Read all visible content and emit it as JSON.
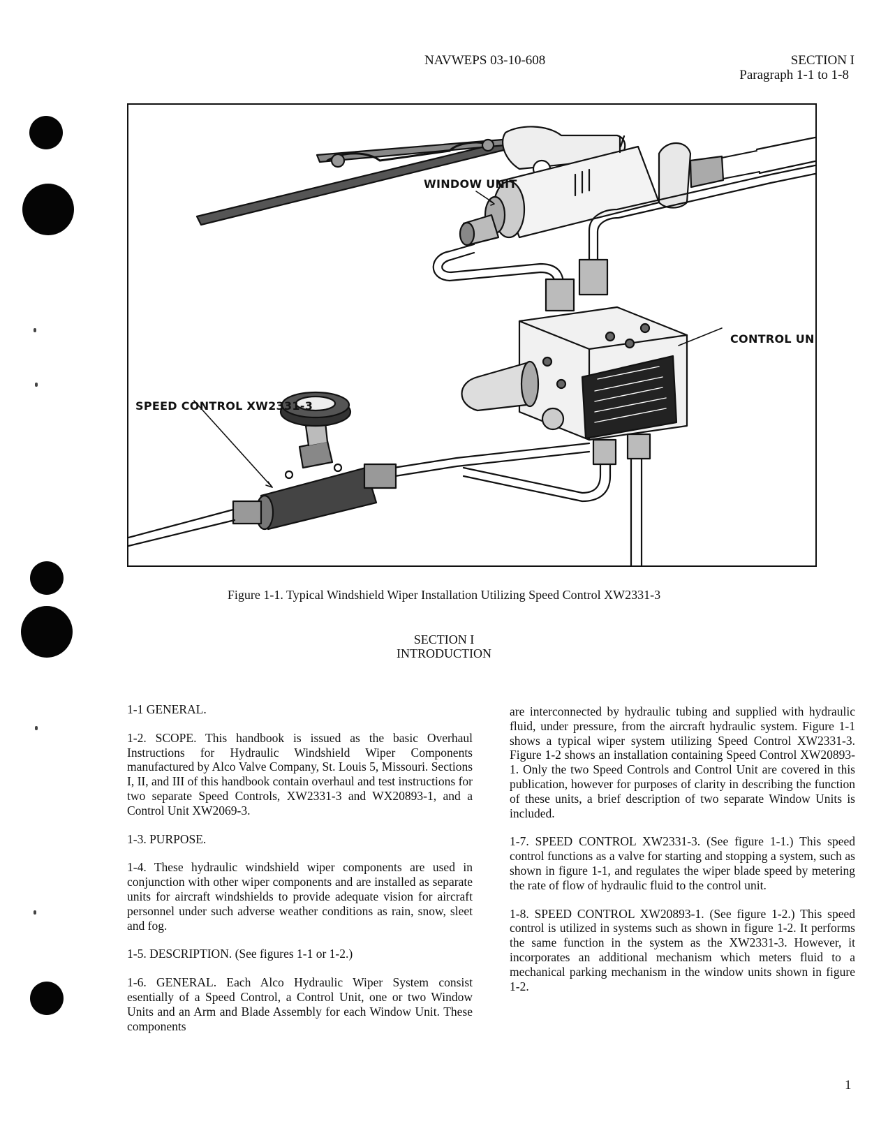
{
  "header": {
    "doc_number": "NAVWEPS 03-10-608",
    "section": "SECTION I",
    "paragraph_range": "Paragraph 1-1 to 1-8"
  },
  "figure": {
    "labels": {
      "window_unit": "WINDOW UNIT",
      "control_unit": "CONTROL UNIT",
      "speed_control": "SPEED CONTROL XW2331-3"
    },
    "caption": "Figure 1-1.  Typical Windshield Wiper Installation Utilizing Speed Control XW2331-3"
  },
  "section_heading": {
    "line1": "SECTION I",
    "line2": "INTRODUCTION"
  },
  "left_column": [
    "1-1 GENERAL.",
    "1-2. SCOPE.  This handbook is issued as the basic Overhaul Instructions for Hydraulic Windshield Wiper Components manufactured by Alco Valve Company, St. Louis 5, Missouri.  Sections I, II, and III of this handbook contain overhaul and test instructions for two separate Speed Controls, XW2331-3 and WX20893-1, and a Control Unit XW2069-3.",
    "1-3.  PURPOSE.",
    "1-4. These hydraulic windshield wiper components are used in conjunction with other wiper components and are installed as separate units for aircraft windshields to provide adequate vision for aircraft personnel under such adverse weather conditions as rain, snow, sleet and fog.",
    "1-5.  DESCRIPTION.  (See figures 1-1 or 1-2.)",
    "1-6. GENERAL.  Each Alco Hydraulic Wiper System consist esentially of a Speed Control, a Control Unit, one or two Window Units and an Arm and Blade Assembly for each Window Unit.  These components"
  ],
  "right_column": [
    "are interconnected by hydraulic tubing and supplied with hydraulic fluid, under pressure, from the aircraft hydraulic system.  Figure 1-1 shows a typical wiper system utilizing Speed Control XW2331-3. Figure 1-2 shows an installation containing Speed Control XW20893-1.  Only the two Speed Controls and Control Unit are covered in this publication, however for purposes of clarity in describing the function of these units, a brief description of two separate Window Units is included.",
    "1-7.  SPEED CONTROL XW2331-3.  (See figure 1-1.) This speed control functions as a valve for starting and stopping a system, such as shown in figure 1-1, and regulates the wiper blade speed by metering the rate of flow of hydraulic fluid to the control unit.",
    "1-8. SPEED CONTROL XW20893-1.  (See figure 1-2.) This speed control is utilized in systems such as shown in figure 1-2.  It performs the same function in the system as the XW2331-3.  However, it incorporates an additional mechanism which meters fluid to a mechanical parking mechanism in the window units shown in figure 1-2."
  ],
  "page_number": "1"
}
